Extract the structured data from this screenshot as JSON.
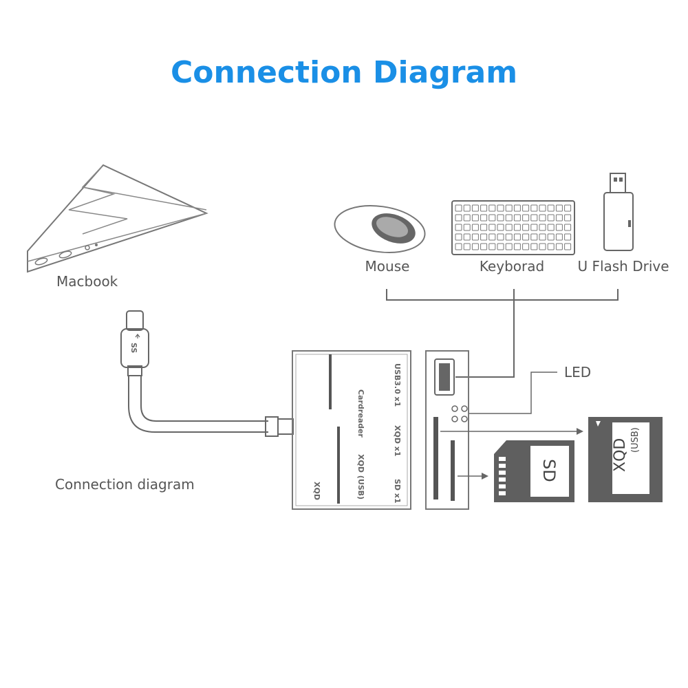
{
  "title": "Connection  Diagram",
  "labels": {
    "macbook": "Macbook",
    "mouse": "Mouse",
    "keyboard": "Keyborad",
    "flash_drive": "U Flash Drive",
    "led": "LED",
    "connection": "Connection diagram"
  },
  "device": {
    "brand": "XQD",
    "name": "Cardreader",
    "slot_label": "XQD (USB)",
    "port_usb": "USB3.0 x1",
    "port_xqd": "XQD x1",
    "port_sd": "SD x1"
  },
  "cards": {
    "sd": "SD",
    "xqd": "XQD",
    "xqd_usb": "(USB)"
  },
  "cable": {
    "marking": "SS"
  },
  "colors": {
    "title": "#1a8fe6",
    "line": "#666666",
    "card": "#5f5f5f"
  }
}
